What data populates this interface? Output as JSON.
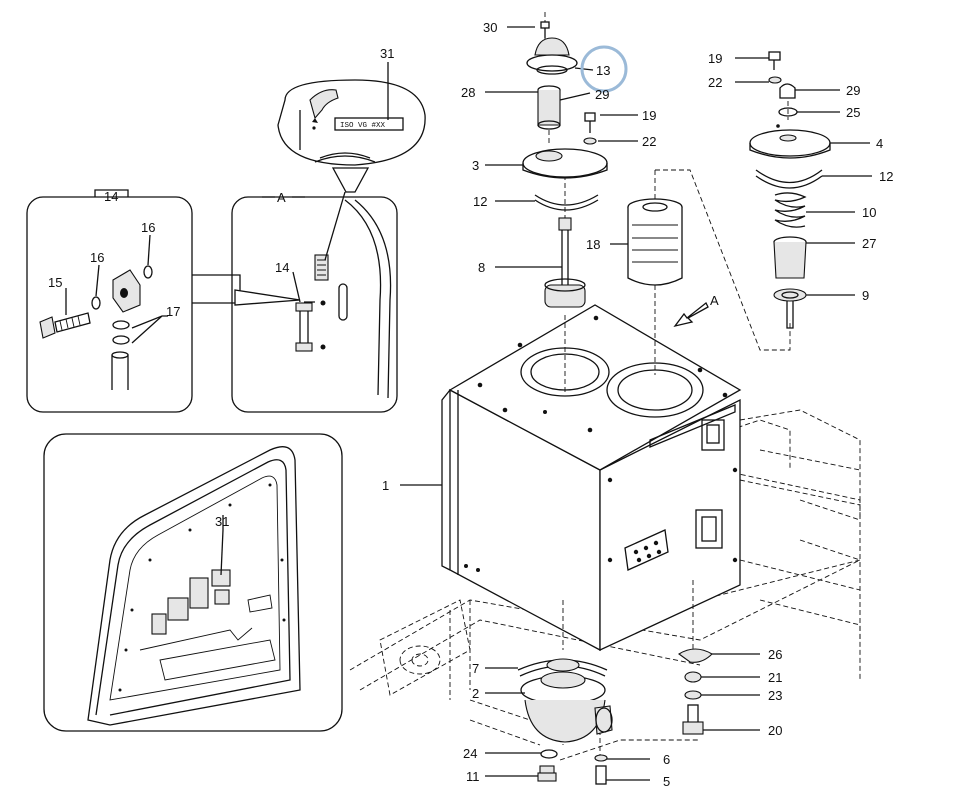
{
  "callout_numbers": {
    "n1": "1",
    "n2": "2",
    "n3": "3",
    "n4": "4",
    "n5": "5",
    "n6": "6",
    "n7": "7",
    "n8": "8",
    "n9": "9",
    "n10": "10",
    "n11": "11",
    "n12a": "12",
    "n12b": "12",
    "n13": "13",
    "n14a": "14",
    "n14b": "14",
    "n15": "15",
    "n16a": "16",
    "n16b": "16",
    "n17": "17",
    "n18": "18",
    "n19a": "19",
    "n19b": "19",
    "n20": "20",
    "n21": "21",
    "n22a": "22",
    "n22b": "22",
    "n23": "23",
    "n24": "24",
    "n25": "25",
    "n26": "26",
    "n27": "27",
    "n28": "28",
    "n29a": "29",
    "n29b": "29",
    "n30": "30",
    "n31a": "31",
    "n31b": "31"
  },
  "view_labels": {
    "detail_a": "A",
    "arrow_a": "A"
  },
  "oil_label": "ISO VG #XX",
  "highlight_color": "#9bbad8"
}
